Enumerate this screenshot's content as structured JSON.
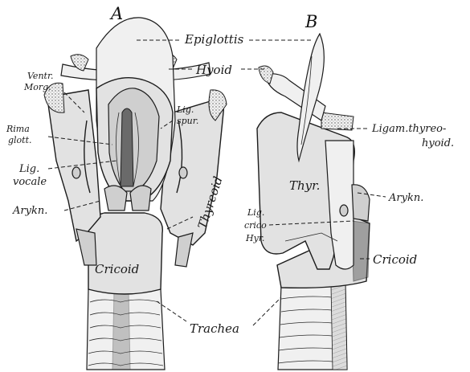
{
  "figure": {
    "panels": [
      {
        "id": "A",
        "label": "A"
      },
      {
        "id": "B",
        "label": "B"
      }
    ],
    "labels": {
      "epiglottis": "Epiglottis",
      "hyoid": "Hyoid",
      "ventr_morg_1": "Ventr.",
      "ventr_morg_2": "Morg.",
      "lig_spur_1": "Lig.",
      "lig_spur_2": "spur.",
      "rima_glott_1": "Rima",
      "rima_glott_2": "glott.",
      "lig_vocale_1": "Lig.",
      "lig_vocale_2": "vocale",
      "thyreoid": "Thyreoid",
      "arykn_a": "Arykn.",
      "cricoid_a": "Cricoid",
      "ligam_thyreohyoid_1": "Ligam.thyreo-",
      "ligam_thyreohyoid_2": "hyoid.",
      "thyr": "Thyr.",
      "arykn_b": "Arykn.",
      "lig_crico_hyr_1": "Lig.",
      "lig_crico_hyr_2": "crico",
      "lig_crico_hyr_3": "Hyr.",
      "cricoid_b": "Cricoid",
      "trachea": "Trachea"
    }
  }
}
